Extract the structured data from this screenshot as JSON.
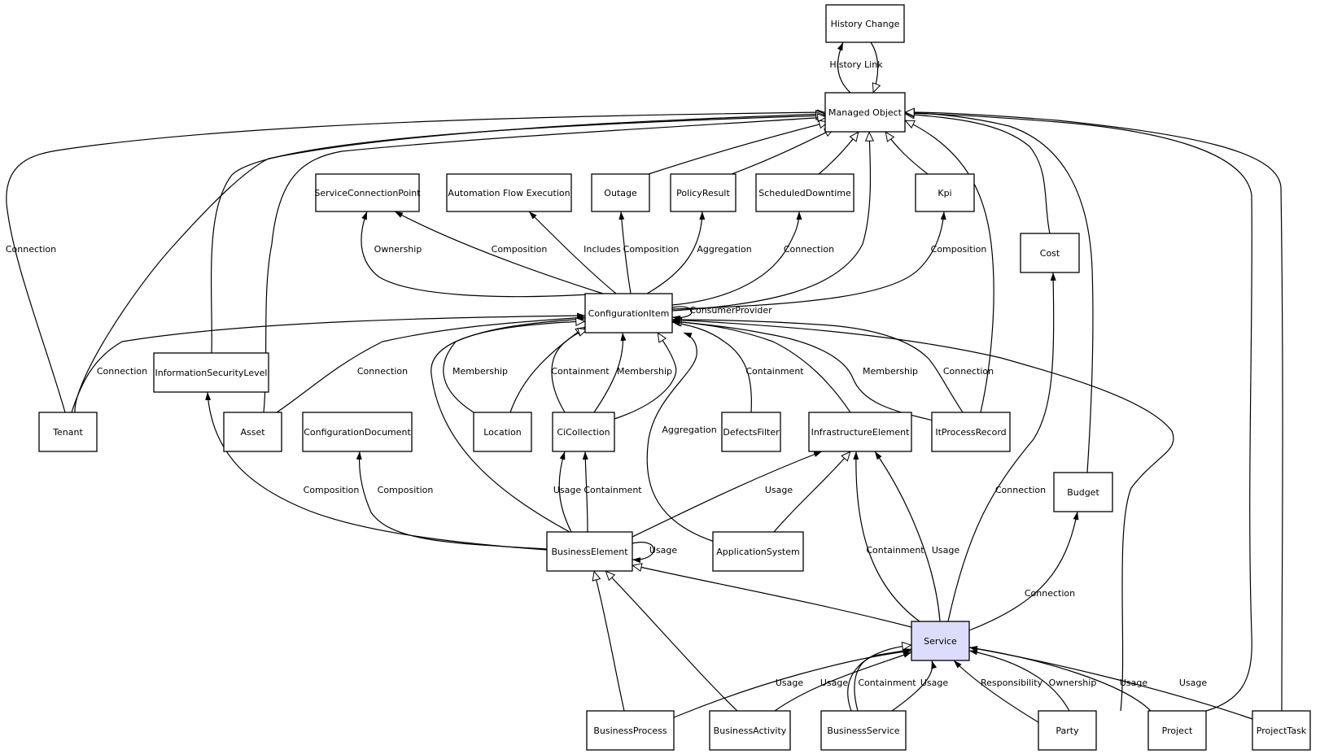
{
  "diagram": {
    "title": "",
    "highlight_color": "#dcdcfc",
    "nodes": [
      {
        "id": "history-change",
        "label": "History Change"
      },
      {
        "id": "managed-object",
        "label": "Managed Object"
      },
      {
        "id": "service-connection-point",
        "label": "ServiceConnectionPoint"
      },
      {
        "id": "automation-flow-execution",
        "label": "Automation Flow Execution"
      },
      {
        "id": "outage",
        "label": "Outage"
      },
      {
        "id": "policy-result",
        "label": "PolicyResult"
      },
      {
        "id": "scheduled-downtime",
        "label": "ScheduledDowntime"
      },
      {
        "id": "kpi",
        "label": "Kpi"
      },
      {
        "id": "cost",
        "label": "Cost"
      },
      {
        "id": "configuration-item",
        "label": "ConfigurationItem"
      },
      {
        "id": "information-security-level",
        "label": "InformationSecurityLevel"
      },
      {
        "id": "tenant",
        "label": "Tenant"
      },
      {
        "id": "asset",
        "label": "Asset"
      },
      {
        "id": "configuration-document",
        "label": "ConfigurationDocument"
      },
      {
        "id": "location",
        "label": "Location"
      },
      {
        "id": "ci-collection",
        "label": "CiCollection"
      },
      {
        "id": "defects-filter",
        "label": "DefectsFilter"
      },
      {
        "id": "infrastructure-element",
        "label": "InfrastructureElement"
      },
      {
        "id": "it-process-record",
        "label": "ItProcessRecord"
      },
      {
        "id": "budget",
        "label": "Budget"
      },
      {
        "id": "business-element",
        "label": "BusinessElement"
      },
      {
        "id": "application-system",
        "label": "ApplicationSystem"
      },
      {
        "id": "service",
        "label": "Service",
        "highlighted": true
      },
      {
        "id": "business-process",
        "label": "BusinessProcess"
      },
      {
        "id": "business-activity",
        "label": "BusinessActivity"
      },
      {
        "id": "business-service",
        "label": "BusinessService"
      },
      {
        "id": "party",
        "label": "Party"
      },
      {
        "id": "project",
        "label": "Project"
      },
      {
        "id": "project-task",
        "label": "ProjectTask"
      }
    ],
    "edges": [
      {
        "id": "e1",
        "from": "managed-object",
        "to": "history-change",
        "label": "History Link",
        "arrow": "filled"
      },
      {
        "id": "e2",
        "from": "history-change",
        "to": "managed-object",
        "label": "",
        "arrow": "hollow"
      },
      {
        "id": "e3",
        "from": "tenant",
        "to": "managed-object",
        "label": "Connection",
        "arrow": "filled"
      },
      {
        "id": "e4",
        "from": "tenant",
        "to": "managed-object",
        "label": "",
        "arrow": "hollow"
      },
      {
        "id": "e5",
        "from": "information-security-level",
        "to": "managed-object",
        "label": "",
        "arrow": "hollow"
      },
      {
        "id": "e6",
        "from": "asset",
        "to": "managed-object",
        "label": "",
        "arrow": "hollow"
      },
      {
        "id": "e7",
        "from": "outage",
        "to": "managed-object",
        "label": "",
        "arrow": "hollow"
      },
      {
        "id": "e8",
        "from": "policy-result",
        "to": "managed-object",
        "label": "",
        "arrow": "hollow"
      },
      {
        "id": "e9",
        "from": "scheduled-downtime",
        "to": "managed-object",
        "label": "",
        "arrow": "hollow"
      },
      {
        "id": "e10",
        "from": "kpi",
        "to": "managed-object",
        "label": "",
        "arrow": "hollow"
      },
      {
        "id": "e11",
        "from": "configuration-item",
        "to": "managed-object",
        "label": "",
        "arrow": "hollow"
      },
      {
        "id": "e12",
        "from": "it-process-record",
        "to": "managed-object",
        "label": "",
        "arrow": "hollow"
      },
      {
        "id": "e13",
        "from": "cost",
        "to": "managed-object",
        "label": "",
        "arrow": "hollow"
      },
      {
        "id": "e14",
        "from": "budget",
        "to": "managed-object",
        "label": "",
        "arrow": "hollow"
      },
      {
        "id": "e15",
        "from": "project",
        "to": "managed-object",
        "label": "",
        "arrow": "hollow"
      },
      {
        "id": "e16",
        "from": "project-task",
        "to": "managed-object",
        "label": "",
        "arrow": "hollow"
      },
      {
        "id": "e17",
        "from": "configuration-item",
        "to": "service-connection-point",
        "label": "Ownership",
        "arrow": "filled"
      },
      {
        "id": "e18",
        "from": "configuration-item",
        "to": "service-connection-point",
        "label": "Composition",
        "arrow": "filled"
      },
      {
        "id": "e19",
        "from": "configuration-item",
        "to": "automation-flow-execution",
        "label": "Includes",
        "arrow": "filled"
      },
      {
        "id": "e20",
        "from": "configuration-item",
        "to": "outage",
        "label": "Composition",
        "arrow": "filled"
      },
      {
        "id": "e21",
        "from": "configuration-item",
        "to": "policy-result",
        "label": "Aggregation",
        "arrow": "filled"
      },
      {
        "id": "e22",
        "from": "configuration-item",
        "to": "scheduled-downtime",
        "label": "Connection",
        "arrow": "filled"
      },
      {
        "id": "e23",
        "from": "configuration-item",
        "to": "kpi",
        "label": "Composition",
        "arrow": "filled"
      },
      {
        "id": "e24",
        "from": "configuration-item",
        "to": "configuration-item",
        "label": "ConsumerProvider",
        "arrow": "filled"
      },
      {
        "id": "e25",
        "from": "tenant",
        "to": "configuration-item",
        "label": "Connection",
        "arrow": "filled"
      },
      {
        "id": "e26",
        "from": "asset",
        "to": "configuration-item",
        "label": "Connection",
        "arrow": "filled"
      },
      {
        "id": "e27",
        "from": "location",
        "to": "configuration-item",
        "label": "Membership",
        "arrow": "filled"
      },
      {
        "id": "e28",
        "from": "location",
        "to": "configuration-item",
        "label": "",
        "arrow": "hollow"
      },
      {
        "id": "e29",
        "from": "ci-collection",
        "to": "configuration-item",
        "label": "Containment",
        "arrow": "hollow"
      },
      {
        "id": "e30",
        "from": "ci-collection",
        "to": "configuration-item",
        "label": "Membership",
        "arrow": "filled"
      },
      {
        "id": "e31",
        "from": "ci-collection",
        "to": "configuration-item",
        "label": "",
        "arrow": "hollow"
      },
      {
        "id": "e32",
        "from": "defects-filter",
        "to": "configuration-item",
        "label": "Containment",
        "arrow": "filled"
      },
      {
        "id": "e33",
        "from": "infrastructure-element",
        "to": "configuration-item",
        "label": "",
        "arrow": "hollow"
      },
      {
        "id": "e34",
        "from": "it-process-record",
        "to": "configuration-item",
        "label": "Membership",
        "arrow": "filled"
      },
      {
        "id": "e35",
        "from": "it-process-record",
        "to": "configuration-item",
        "label": "Connection",
        "arrow": "filled"
      },
      {
        "id": "e36",
        "from": "application-system",
        "to": "configuration-item",
        "label": "Aggregation",
        "arrow": "filled"
      },
      {
        "id": "e37",
        "from": "business-element",
        "to": "configuration-item",
        "label": "",
        "arrow": "hollow"
      },
      {
        "id": "e38",
        "from": "party",
        "to": "configuration-item",
        "label": "",
        "arrow": "filled"
      },
      {
        "id": "e39",
        "from": "business-element",
        "to": "information-security-level",
        "label": "Composition",
        "arrow": "filled"
      },
      {
        "id": "e40",
        "from": "business-element",
        "to": "configuration-document",
        "label": "Composition",
        "arrow": "filled"
      },
      {
        "id": "e41",
        "from": "business-element",
        "to": "ci-collection",
        "label": "Usage",
        "arrow": "filled"
      },
      {
        "id": "e42",
        "from": "business-element",
        "to": "ci-collection",
        "label": "Containment",
        "arrow": "filled"
      },
      {
        "id": "e43",
        "from": "business-element",
        "to": "infrastructure-element",
        "label": "Usage",
        "arrow": "filled"
      },
      {
        "id": "e44",
        "from": "business-element",
        "to": "business-element",
        "label": "Usage",
        "arrow": "filled"
      },
      {
        "id": "e45",
        "from": "application-system",
        "to": "infrastructure-element",
        "label": "",
        "arrow": "hollow"
      },
      {
        "id": "e46",
        "from": "service",
        "to": "infrastructure-element",
        "label": "Containment",
        "arrow": "filled"
      },
      {
        "id": "e47",
        "from": "service",
        "to": "infrastructure-element",
        "label": "Usage",
        "arrow": "filled"
      },
      {
        "id": "e48",
        "from": "service",
        "to": "cost",
        "label": "Connection",
        "arrow": "filled"
      },
      {
        "id": "e49",
        "from": "service",
        "to": "budget",
        "label": "Connection",
        "arrow": "filled"
      },
      {
        "id": "e50",
        "from": "service",
        "to": "business-element",
        "label": "",
        "arrow": "hollow"
      },
      {
        "id": "e51",
        "from": "business-process",
        "to": "business-element",
        "label": "",
        "arrow": "hollow"
      },
      {
        "id": "e52",
        "from": "business-activity",
        "to": "business-element",
        "label": "",
        "arrow": "hollow"
      },
      {
        "id": "e53",
        "from": "business-process",
        "to": "service",
        "label": "Usage",
        "arrow": "filled"
      },
      {
        "id": "e54",
        "from": "business-activity",
        "to": "service",
        "label": "Usage",
        "arrow": "filled"
      },
      {
        "id": "e55",
        "from": "business-service",
        "to": "service",
        "label": "Containment",
        "arrow": "filled"
      },
      {
        "id": "e56",
        "from": "business-service",
        "to": "service",
        "label": "",
        "arrow": "hollow"
      },
      {
        "id": "e57",
        "from": "business-service",
        "to": "service",
        "label": "Usage",
        "arrow": "filled"
      },
      {
        "id": "e58",
        "from": "party",
        "to": "service",
        "label": "Responsibility",
        "arrow": "filled"
      },
      {
        "id": "e59",
        "from": "party",
        "to": "service",
        "label": "Ownership",
        "arrow": "filled"
      },
      {
        "id": "e60",
        "from": "project",
        "to": "service",
        "label": "Usage",
        "arrow": "filled"
      },
      {
        "id": "e61",
        "from": "project-task",
        "to": "service",
        "label": "Usage",
        "arrow": "filled"
      }
    ]
  }
}
